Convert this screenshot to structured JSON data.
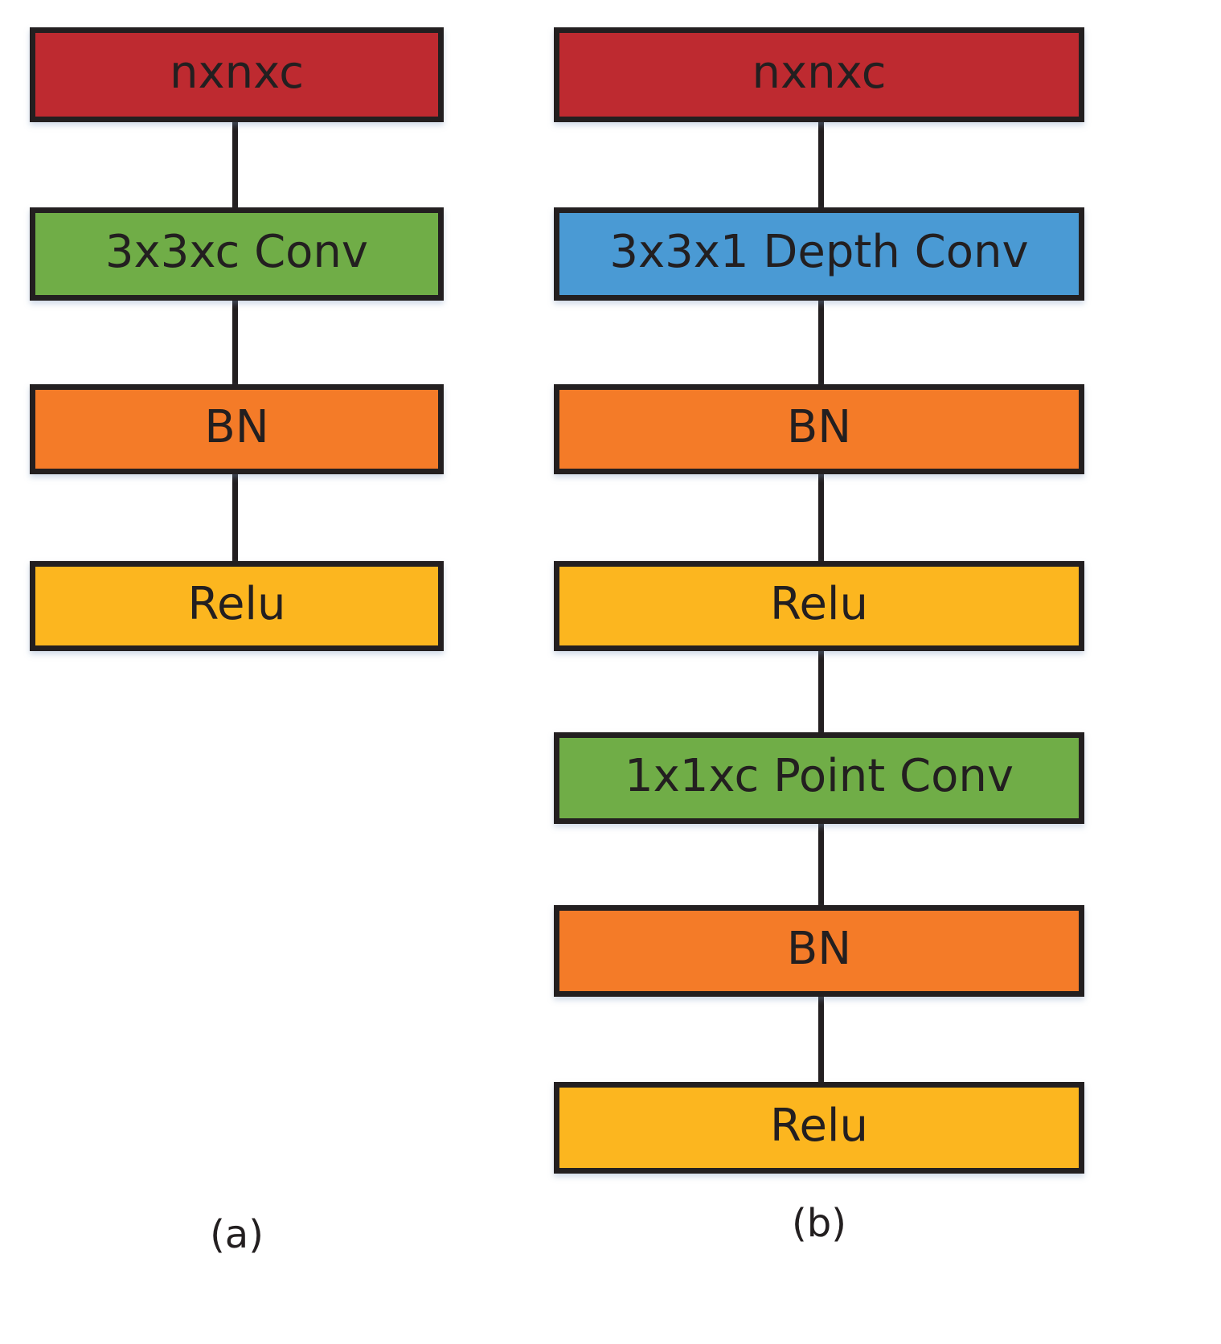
{
  "figure": {
    "type": "diagram",
    "background": "#ffffff",
    "border_color": "#231f20",
    "palette": {
      "input_red": "#be2a30",
      "conv_green": "#70ad47",
      "bn_orange": "#f47b28",
      "relu_yellow": "#fcb61f",
      "depth_blue": "#4a9ad4"
    }
  },
  "panels": [
    {
      "id": "a",
      "caption": "(a)",
      "nodes": [
        {
          "label": "nxnxc",
          "color": "#be2a30",
          "role": "input-tensor"
        },
        {
          "label": "3x3xc Conv",
          "color": "#70ad47",
          "role": "standard-convolution"
        },
        {
          "label": "BN",
          "color": "#f47b28",
          "role": "batch-normalization"
        },
        {
          "label": "Relu",
          "color": "#fcb61f",
          "role": "relu-activation"
        }
      ]
    },
    {
      "id": "b",
      "caption": "(b)",
      "nodes": [
        {
          "label": "nxnxc",
          "color": "#be2a30",
          "role": "input-tensor"
        },
        {
          "label": "3x3x1 Depth Conv",
          "color": "#4a9ad4",
          "role": "depthwise-convolution"
        },
        {
          "label": "BN",
          "color": "#f47b28",
          "role": "batch-normalization"
        },
        {
          "label": "Relu",
          "color": "#fcb61f",
          "role": "relu-activation"
        },
        {
          "label": "1x1xc Point Conv",
          "color": "#70ad47",
          "role": "pointwise-convolution"
        },
        {
          "label": "BN",
          "color": "#f47b28",
          "role": "batch-normalization"
        },
        {
          "label": "Relu",
          "color": "#fcb61f",
          "role": "relu-activation"
        }
      ]
    }
  ]
}
